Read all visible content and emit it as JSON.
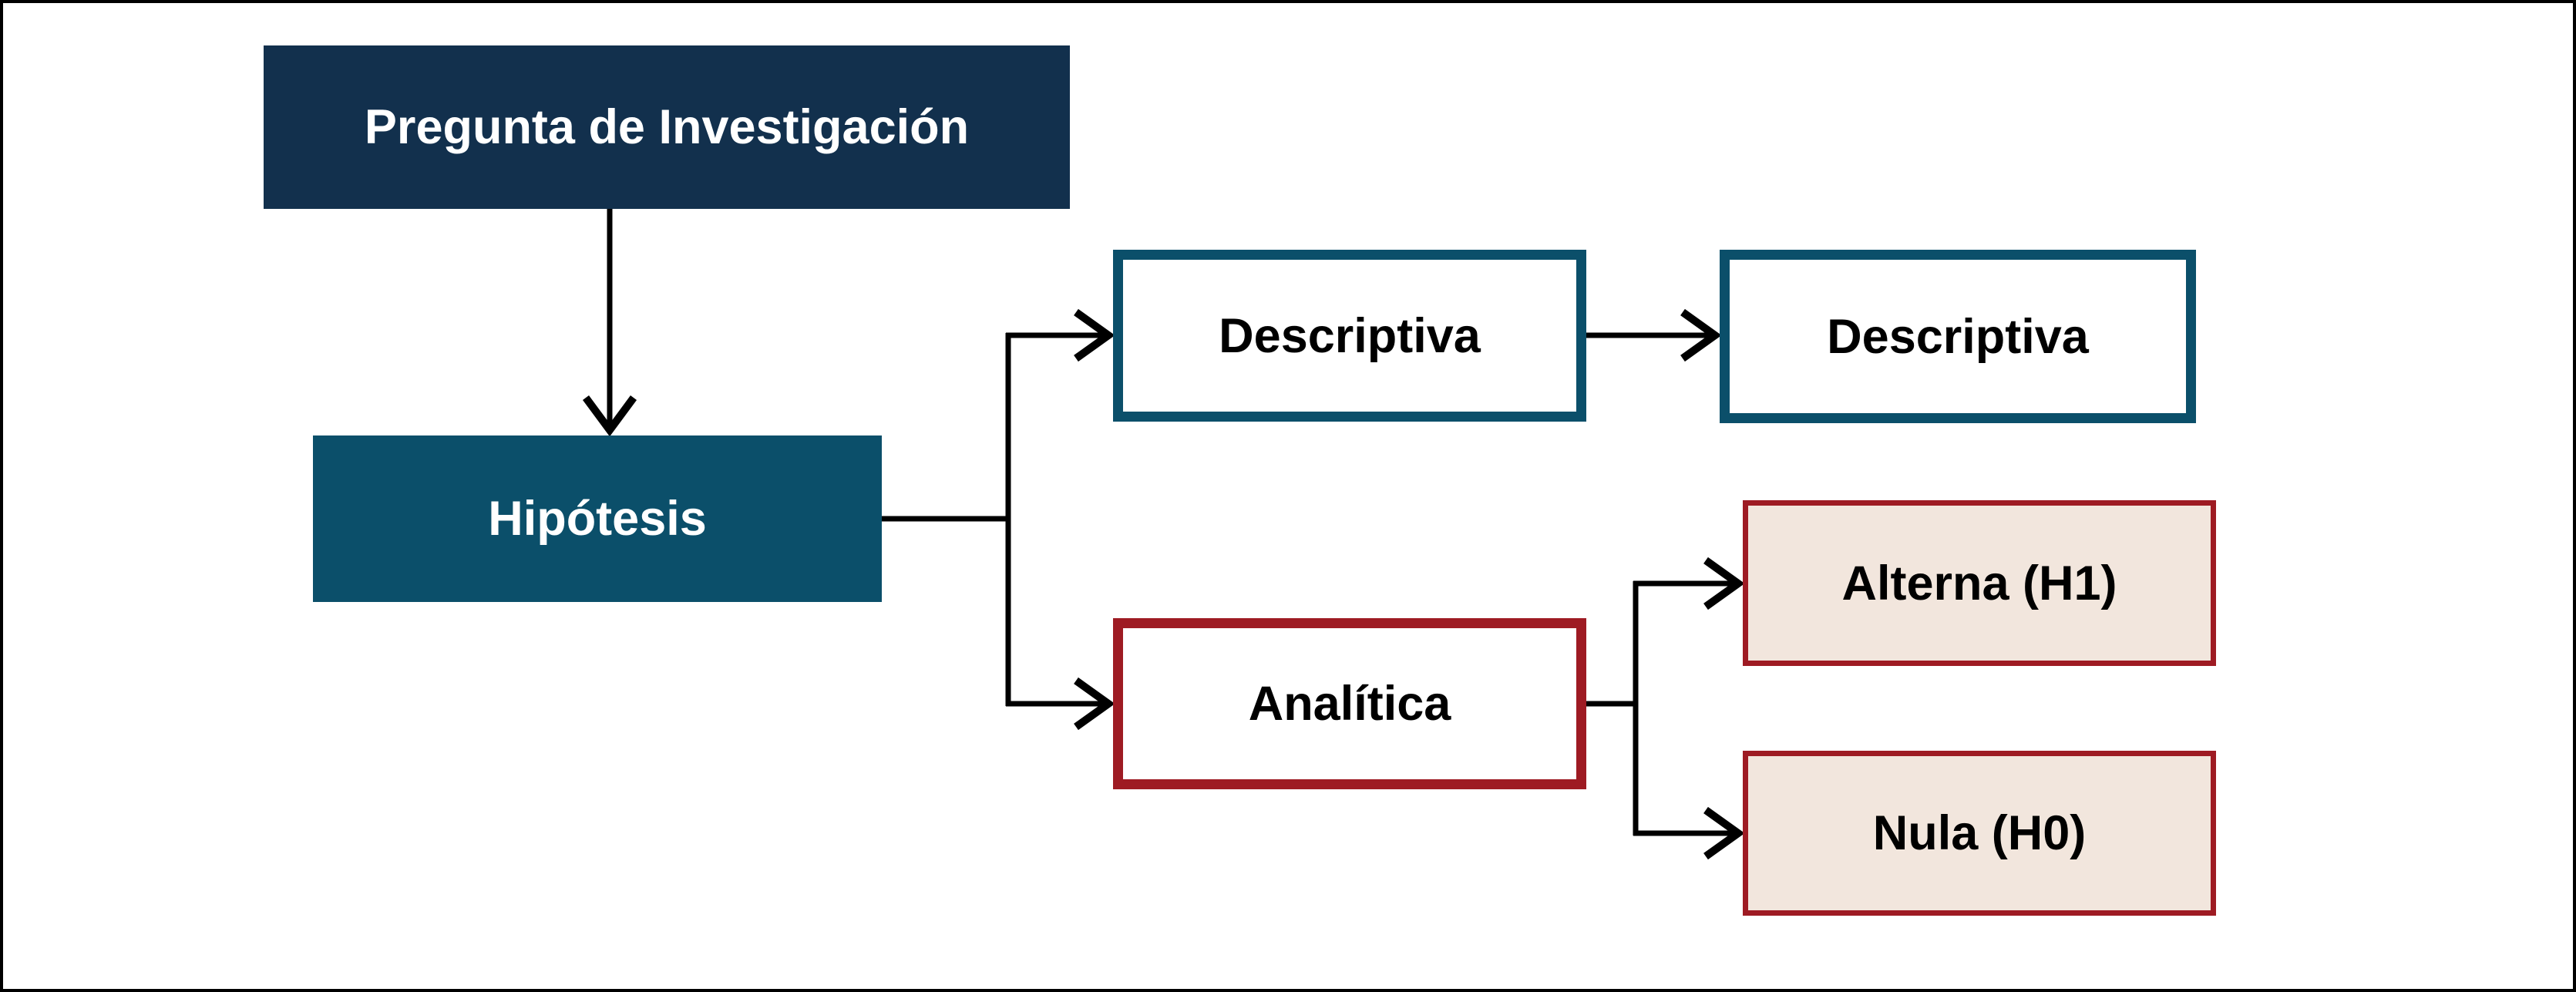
{
  "diagram": {
    "type": "flowchart",
    "language": "es",
    "nodes": {
      "pregunta": {
        "label": "Pregunta de Investigación",
        "fill": "#12304d",
        "text_color": "#ffffff"
      },
      "hipotesis": {
        "label": "Hipótesis",
        "fill": "#0b4f6a",
        "text_color": "#ffffff"
      },
      "descriptiva_1": {
        "label": "Descriptiva",
        "fill": "#ffffff",
        "border_color": "#0b4f6a",
        "text_color": "#000000"
      },
      "descriptiva_2": {
        "label": "Descriptiva",
        "fill": "#ffffff",
        "border_color": "#0b4f6a",
        "text_color": "#000000"
      },
      "analitica": {
        "label": "Analítica",
        "fill": "#ffffff",
        "border_color": "#9e1b23",
        "text_color": "#000000"
      },
      "alterna": {
        "label": "Alterna (H1)",
        "fill": "#f2e6dd",
        "border_color": "#9e1b23",
        "text_color": "#000000"
      },
      "nula": {
        "label": "Nula (H0)",
        "fill": "#f2e6dd",
        "border_color": "#9e1b23",
        "text_color": "#000000"
      }
    },
    "edges": [
      {
        "from": "pregunta",
        "to": "hipotesis",
        "arrow": true
      },
      {
        "from": "hipotesis",
        "to": "descriptiva_1",
        "arrow": true
      },
      {
        "from": "hipotesis",
        "to": "analitica",
        "arrow": true
      },
      {
        "from": "descriptiva_1",
        "to": "descriptiva_2",
        "arrow": true
      },
      {
        "from": "analitica",
        "to": "alterna",
        "arrow": true
      },
      {
        "from": "analitica",
        "to": "nula",
        "arrow": true
      }
    ],
    "colors": {
      "background": "#ffffff",
      "frame_border": "#000000",
      "connector": "#000000",
      "navy": "#12304d",
      "teal": "#0b4f6a",
      "dark_red": "#9e1b23",
      "cream": "#f2e6dd"
    }
  }
}
